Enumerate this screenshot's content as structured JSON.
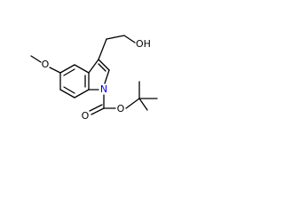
{
  "molecule": {
    "atoms": {
      "methoxy_o": "O",
      "hydroxyl": "OH",
      "indole_n": "N",
      "carbamate_o_carbonyl": "O",
      "carbamate_o_ester": "O"
    },
    "colors": {
      "bond": "#000000",
      "label": "#000000",
      "nitrogen": "#0000ee",
      "background": "#ffffff"
    }
  }
}
